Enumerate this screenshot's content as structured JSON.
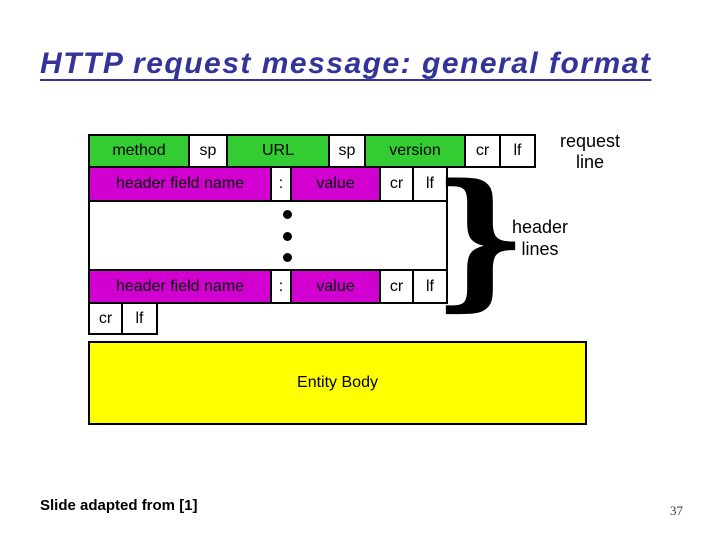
{
  "slide": {
    "title": "HTTP request message: general format",
    "footer": "Slide adapted from [1]",
    "page_number": "37"
  },
  "colors": {
    "title_blue": "#333399",
    "green": "#33cc33",
    "magenta": "#d100d1",
    "yellow": "#ffff00",
    "white": "#ffffff",
    "border": "#000000"
  },
  "diagram": {
    "request_line": {
      "boxes": [
        {
          "label": "method",
          "color": "green"
        },
        {
          "label": "sp",
          "color": "white"
        },
        {
          "label": "URL",
          "color": "green"
        },
        {
          "label": "sp",
          "color": "white"
        },
        {
          "label": "version",
          "color": "green"
        },
        {
          "label": "cr",
          "color": "white"
        },
        {
          "label": "lf",
          "color": "white"
        }
      ]
    },
    "header_line_top": {
      "boxes": [
        {
          "label": "header field name",
          "color": "magenta"
        },
        {
          "label": ":",
          "color": "white"
        },
        {
          "label": "value",
          "color": "magenta"
        },
        {
          "label": "cr",
          "color": "white"
        },
        {
          "label": "lf",
          "color": "white"
        }
      ]
    },
    "header_line_bottom": {
      "boxes": [
        {
          "label": "header field name",
          "color": "magenta"
        },
        {
          "label": ":",
          "color": "white"
        },
        {
          "label": "value",
          "color": "magenta"
        },
        {
          "label": "cr",
          "color": "white"
        },
        {
          "label": "lf",
          "color": "white"
        }
      ]
    },
    "blank_line": {
      "boxes": [
        {
          "label": "cr",
          "color": "white"
        },
        {
          "label": "lf",
          "color": "white"
        }
      ]
    },
    "entity_body": {
      "label": "Entity Body",
      "color": "yellow"
    },
    "side_labels": {
      "request_line": {
        "line1": "request",
        "line2": "line"
      },
      "header_lines": {
        "line1": "header",
        "line2": "lines"
      },
      "brace": "}"
    }
  }
}
